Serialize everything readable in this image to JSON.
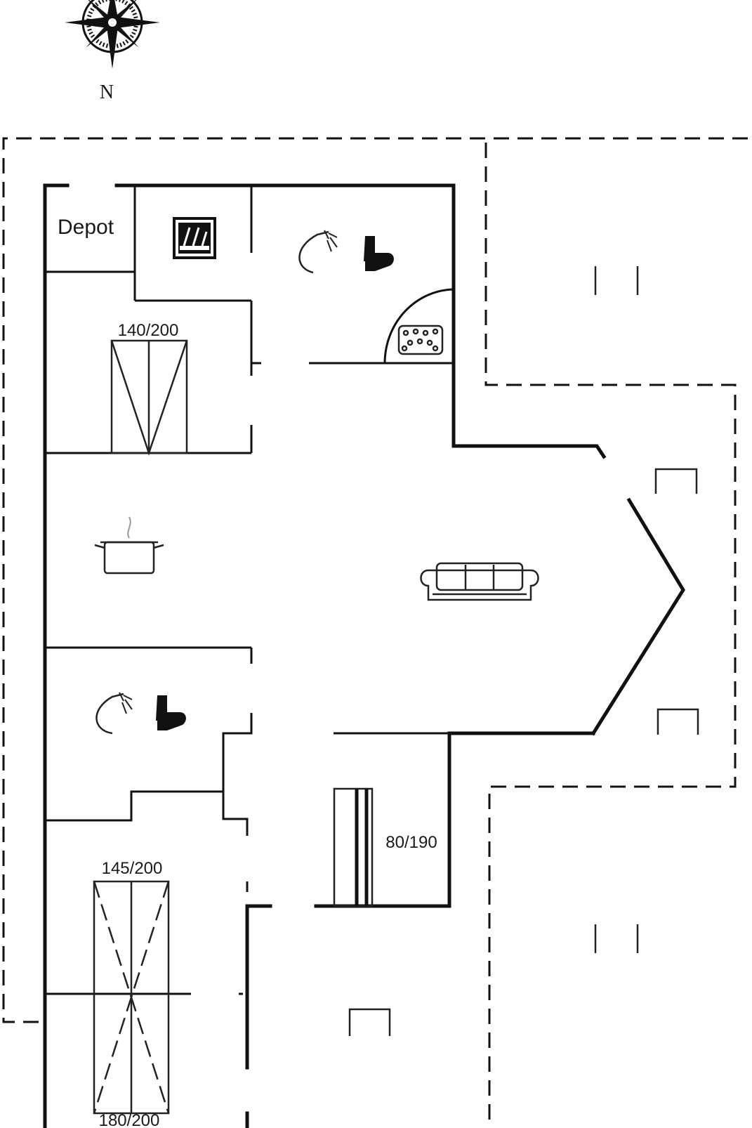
{
  "compass": {
    "north_label": "N"
  },
  "labels": {
    "depot": "Depot",
    "bed_1": "140/200",
    "bed_2": "80/190",
    "bed_3": "145/200",
    "bed_4": "180/200"
  },
  "colors": {
    "line": "#111111",
    "background": "#ffffff"
  },
  "icons": [
    "compass-rose-icon",
    "sauna-icon",
    "shower-icon",
    "toilet-icon",
    "spa-bath-icon",
    "cooking-pot-icon",
    "sofa-icon",
    "bed-icon",
    "chair-icon"
  ]
}
